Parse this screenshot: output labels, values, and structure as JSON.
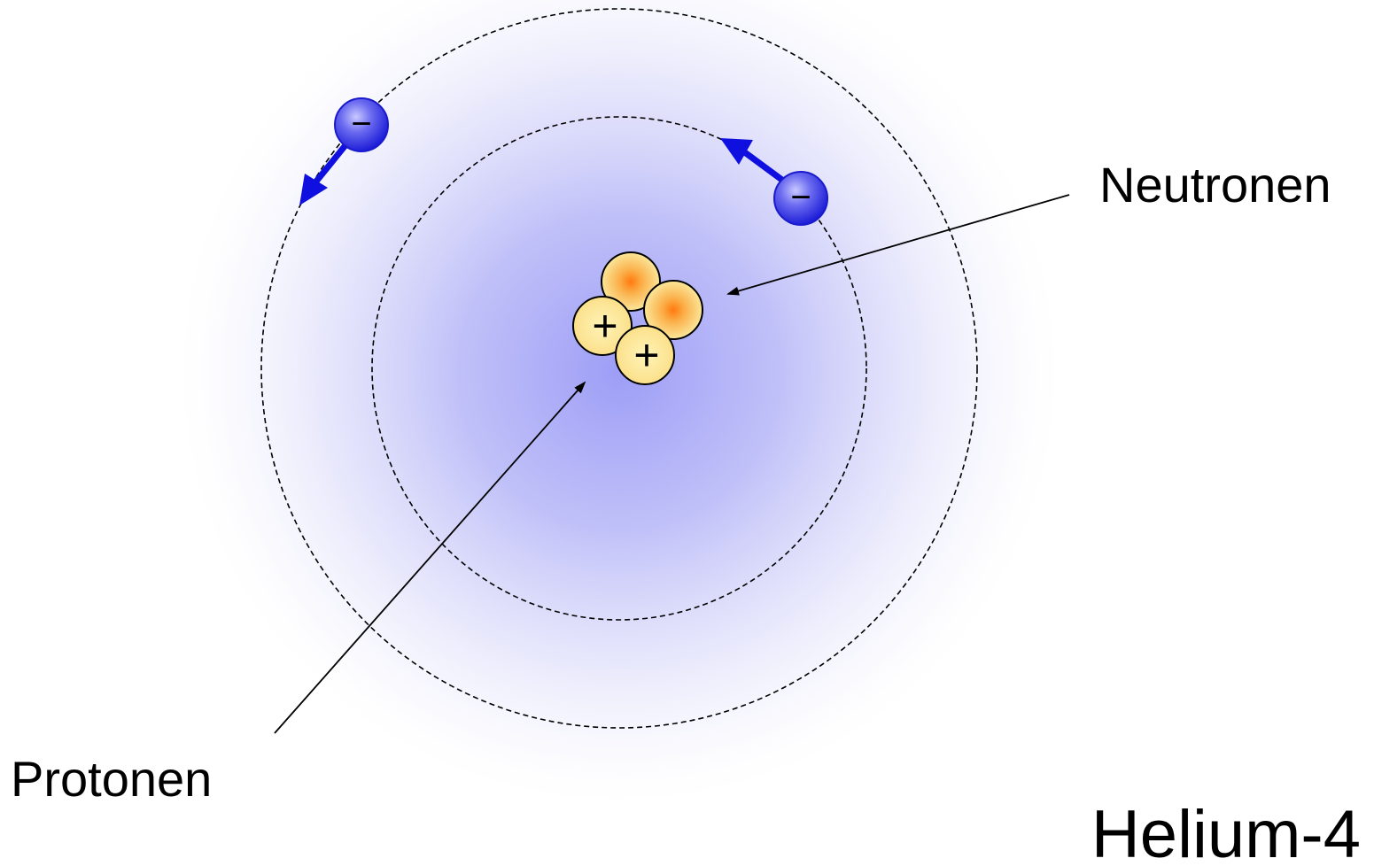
{
  "labels": {
    "neutrons": "Neutronen",
    "protons": "Protonen",
    "title": "Helium-4"
  },
  "symbols": {
    "electron_charge": "−",
    "proton_charge": "+"
  },
  "colors": {
    "cloud": "#8c8cf5",
    "electron": "#3a3ae8",
    "arrow": "#0f0fe0",
    "nucleon_fill": "#fbe79a",
    "nucleon_core": "#ff8c1a",
    "orbit": "#000000"
  },
  "counts": {
    "protons": 2,
    "neutrons": 2,
    "electrons": 2
  }
}
